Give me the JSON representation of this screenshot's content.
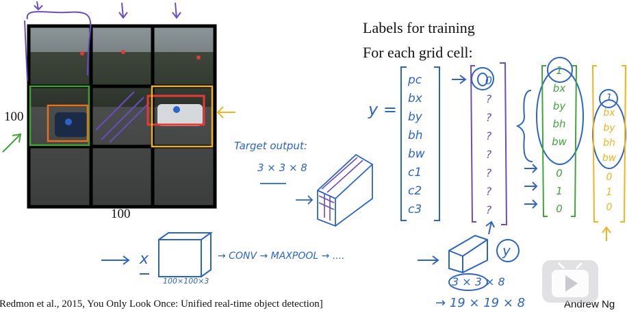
{
  "slide": {
    "title_line1": "Labels for training",
    "title_line2": "For each grid cell:",
    "dim_left": "100",
    "dim_bottom": "100",
    "y_label": "y =",
    "vector_items": [
      "pc",
      "bx",
      "by",
      "bh",
      "bw",
      "c1",
      "c2",
      "c3"
    ],
    "green_vector": [
      "1",
      "bx",
      "by",
      "bh",
      "bw",
      "0",
      "1",
      "0"
    ],
    "yellow_vector": [
      "1",
      "bx",
      "by",
      "bh",
      "bw",
      "0",
      "1",
      "0"
    ],
    "purple_vector": [
      "0",
      "?",
      "?",
      "?",
      "?",
      "?",
      "?",
      "?"
    ],
    "target_output_label": "Target output:",
    "target_output_dims": "3 × 3 × 8",
    "input_label": "x",
    "input_dims": "100×100×3",
    "pipeline_text": "→ CONV → MAXPOOL → ....",
    "output_label": "y",
    "output_dims": "3 × 3 × 8",
    "output_alt_dims": "→ 19 × 19 × 8",
    "citation": "[Redmon et al., 2015, You Only Look Once: Unified real-time object detection]",
    "author": "Andrew Ng"
  },
  "colors": {
    "purple": "#6b4bc4",
    "green": "#3fa33a",
    "yellow": "#f2b21f",
    "blue": "#2a64c9",
    "red": "#e53935",
    "orange": "#e8711d"
  },
  "icons": {
    "play": "play-icon"
  }
}
